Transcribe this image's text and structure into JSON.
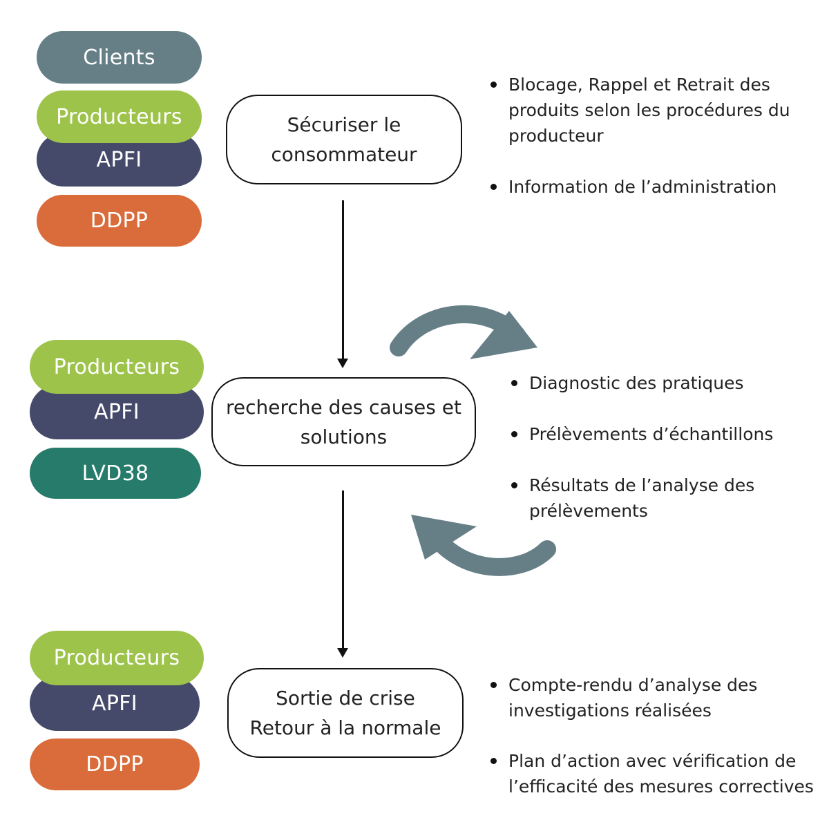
{
  "groups": {
    "top": {
      "clients": "Clients",
      "producteurs": "Producteurs",
      "apfi": "APFI",
      "ddpp": "DDPP"
    },
    "middle": {
      "producteurs": "Producteurs",
      "apfi": "APFI",
      "lvd38": "LVD38"
    },
    "bottom": {
      "producteurs": "Producteurs",
      "apfi": "APFI",
      "ddpp": "DDPP"
    }
  },
  "steps": {
    "securiser": {
      "line1": "Sécuriser le",
      "line2": "consommateur"
    },
    "recherche": {
      "line1": "recherche des causes et",
      "line2": "solutions"
    },
    "sortie": {
      "line1": "Sortie de crise",
      "line2": "Retour à la normale"
    }
  },
  "lists": {
    "securiser": {
      "item1": {
        "line1": "Blocage, Rappel et Retrait des",
        "line2": "produits selon les procédures du",
        "line3": "producteur"
      },
      "item2": {
        "line1": "Information de l’administration"
      }
    },
    "recherche": {
      "item1": {
        "line1": "Diagnostic des pratiques"
      },
      "item2": {
        "line1": "Prélèvements d’échantillons"
      },
      "item3": {
        "line1": "Résultats de l’analyse des",
        "line2": "prélèvements"
      }
    },
    "sortie": {
      "item1": {
        "line1": "Compte-rendu d’analyse des",
        "line2": "investigations réalisées"
      },
      "item2": {
        "line1": "Plan d’action avec vérification de",
        "line2": "l’efficacité des mesures correctives"
      }
    }
  },
  "colors": {
    "clients": "#667f86",
    "producteurs": "#9dc34b",
    "apfi": "#454a6b",
    "ddpp": "#d96c3a",
    "lvd38": "#277b6a",
    "curved_arrow": "#667f86"
  },
  "icons": {
    "flow_arrow": "arrow-down-icon",
    "cycle_arrow": "curved-arrow-icon"
  }
}
